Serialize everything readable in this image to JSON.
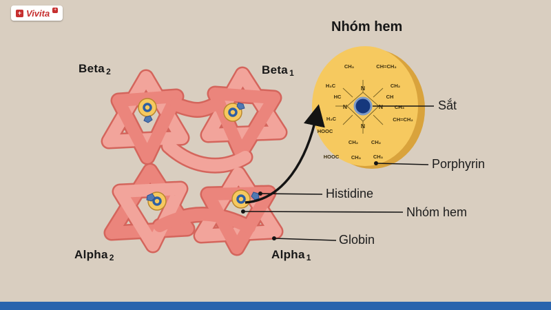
{
  "logo": {
    "text": "Vivita",
    "plus": "+"
  },
  "title_top": "Nhóm hem",
  "subunits": [
    {
      "name": "Beta",
      "sub": "2"
    },
    {
      "name": "Beta",
      "sub": "1"
    },
    {
      "name": "Alpha",
      "sub": "2"
    },
    {
      "name": "Alpha",
      "sub": "1"
    }
  ],
  "callouts": {
    "iron": "Sắt",
    "porphyrin": "Porphyrin",
    "histidine": "Histidine",
    "heme": "Nhóm hem",
    "globin": "Globin"
  },
  "chem": [
    "CH₃",
    "CH=CH₂",
    "H₃C",
    "HC",
    "CH₂",
    "CH",
    "N",
    "N",
    "N",
    "N",
    "CH₃",
    "CH=CH₂",
    "H₂C",
    "HOOC",
    "CH₂",
    "CH₂",
    "HOOC",
    "CH₃",
    "CH₃"
  ],
  "colors": {
    "background": "#d9cec0",
    "bottom_bar": "#2a64ad",
    "tube_light": "#f2a49b",
    "tube_mid": "#eb857c",
    "tube_outline": "#d4655c",
    "heme_yellow": "#f6c95f",
    "heme_shadow": "#d9a33c",
    "iron_blue": "#16387d",
    "histidine_blue": "#4f79b2",
    "label_text": "#1c1c1c",
    "logo_red": "#c62f2f"
  }
}
